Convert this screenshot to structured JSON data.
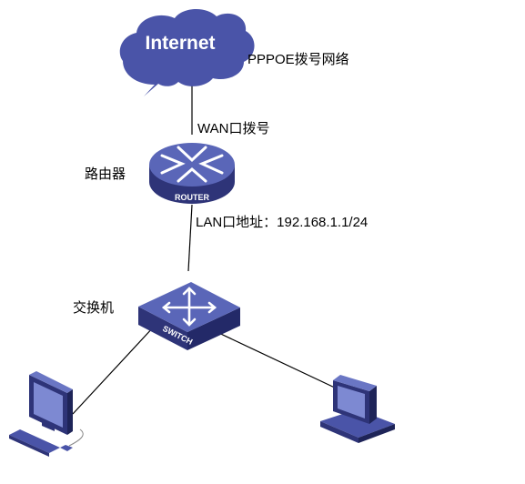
{
  "colors": {
    "cloud": "#4a54a8",
    "device_top": "#5a66b8",
    "device_side": "#2e3478",
    "line": "#000000",
    "label_text": "#000000"
  },
  "internet": {
    "label": "Internet",
    "icon": "cloud-icon"
  },
  "labels": {
    "pppoe": "PPPOE拨号网络",
    "wan": "WAN口拨号",
    "router": "路由器",
    "lan": "LAN口地址：192.168.1.1/24",
    "switch": "交换机"
  },
  "router": {
    "badge": "ROUTER",
    "icon": "router-icon"
  },
  "switch": {
    "badge": "SWITCH",
    "icon": "switch-icon"
  },
  "hosts": [
    {
      "icon": "pc-icon"
    },
    {
      "icon": "pc-icon"
    }
  ]
}
